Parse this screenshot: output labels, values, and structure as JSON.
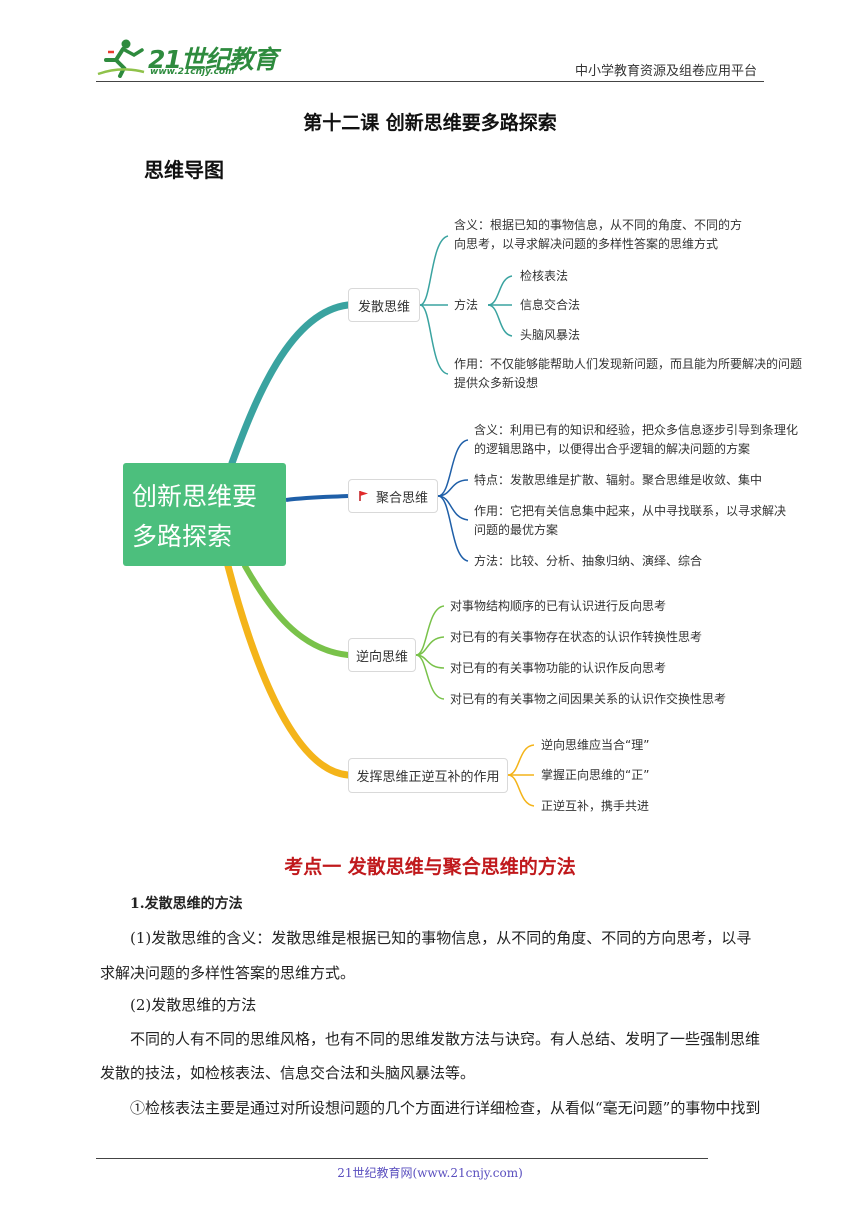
{
  "header": {
    "logo_text": "21世纪教育",
    "logo_url": "www.21cnjy.com",
    "right_text": "中小学教育资源及组卷应用平台"
  },
  "title": "第十二课  创新思维要多路探索",
  "mindmap": {
    "heading": "思维导图",
    "center": {
      "line1": "创新思维要",
      "line2": "多路探索"
    },
    "branch1": {
      "label": "发散思维",
      "meaning": [
        "含义：根据已知的事物信息，从不同的角度、不同的方",
        "向思考，以寻求解决问题的多样性答案的思维方式"
      ],
      "method_label": "方法",
      "methods": [
        "检核表法",
        "信息交合法",
        "头脑风暴法"
      ],
      "effect": [
        "作用：不仅能够能帮助人们发现新问题，而且能为所要解决的问题",
        "提供众多新设想"
      ]
    },
    "branch2": {
      "label": "聚合思维",
      "items": [
        [
          "含义：利用已有的知识和经验，把众多信息逐步引导到条理化",
          "的逻辑思路中，以便得出合乎逻辑的解决问题的方案"
        ],
        [
          "特点：发散思维是扩散、辐射。聚合思维是收敛、集中"
        ],
        [
          "作用：它把有关信息集中起来，从中寻找联系，以寻求解决",
          "问题的最优方案"
        ],
        [
          "方法：比较、分析、抽象归纳、演绎、综合"
        ]
      ]
    },
    "branch3": {
      "label": "逆向思维",
      "items": [
        "对事物结构顺序的已有认识进行反向思考",
        "对已有的有关事物存在状态的认识作转换性思考",
        "对已有的有关事物功能的认识作反向思考",
        "对已有的有关事物之间因果关系的认识作交换性思考"
      ]
    },
    "branch4": {
      "label": "发挥思维正逆互补的作用",
      "items": [
        "逆向思维应当合“理”",
        "掌握正向思维的“正”",
        "正逆互补，携手共进"
      ]
    }
  },
  "section": {
    "title": "考点一  发散思维与聚合思维的方法",
    "sub1": "1.发散思维的方法",
    "p1_line1": "(1)发散思维的含义：发散思维是根据已知的事物信息，从不同的角度、不同的方向思考，以寻",
    "p1_line2": "求解决问题的多样性答案的思维方式。",
    "p2": "(2)发散思维的方法",
    "p3_line1": "不同的人有不同的思维风格，也有不同的思维发散方法与诀窍。有人总结、发明了一些强制思维",
    "p3_line2": "发散的技法，如检核表法、信息交合法和头脑风暴法等。",
    "p4_line1": "①检核表法主要是通过对所设想问题的几个方面进行详细检查，从看似“毫无问题”的事物中找到"
  },
  "footer": "21世纪教育网(www.21cnjy.com)",
  "colors": {
    "branch1": "#3aa3a0",
    "branch2": "#1f5fa8",
    "branch3": "#79c24a",
    "branch4": "#f4b41a",
    "center": "#4cbf7d",
    "section_title": "#c0191c"
  }
}
